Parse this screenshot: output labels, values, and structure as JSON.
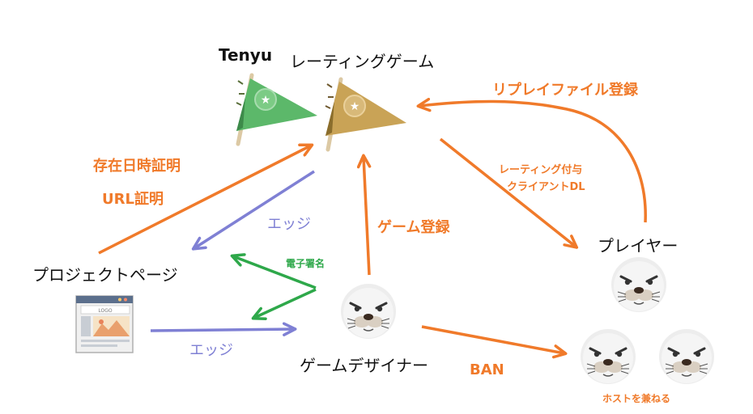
{
  "nodes": {
    "tenyu": "Tenyu",
    "rating_game": "レーティングゲーム",
    "project_page": "プロジェクトページ",
    "game_designer": "ゲームデザイナー",
    "player": "プレイヤー"
  },
  "edge_labels": {
    "timestamp_proof": "存在日時証明",
    "url_proof": "URL証明",
    "edge_upper": "エッジ",
    "edge_lower": "エッジ",
    "signature": "電子署名",
    "game_register": "ゲーム登録",
    "replay_register": "リプレイファイル登録",
    "rating_grant_line1": "レーティング付与",
    "rating_grant_line2": "クライアントDL",
    "ban": "BAN",
    "host_combined": "ホストを兼ねる"
  },
  "mockup_logo": "LOGO",
  "colors": {
    "orange": "#f07a2a",
    "blue": "#7f80d4",
    "green": "#2ea84a",
    "flag_green": "#5cb86a",
    "flag_gold": "#c9a356"
  },
  "icons": [
    "flag-icon",
    "flag-icon",
    "webpage-icon",
    "seal-icon",
    "seal-icon",
    "seal-icon",
    "seal-icon"
  ]
}
